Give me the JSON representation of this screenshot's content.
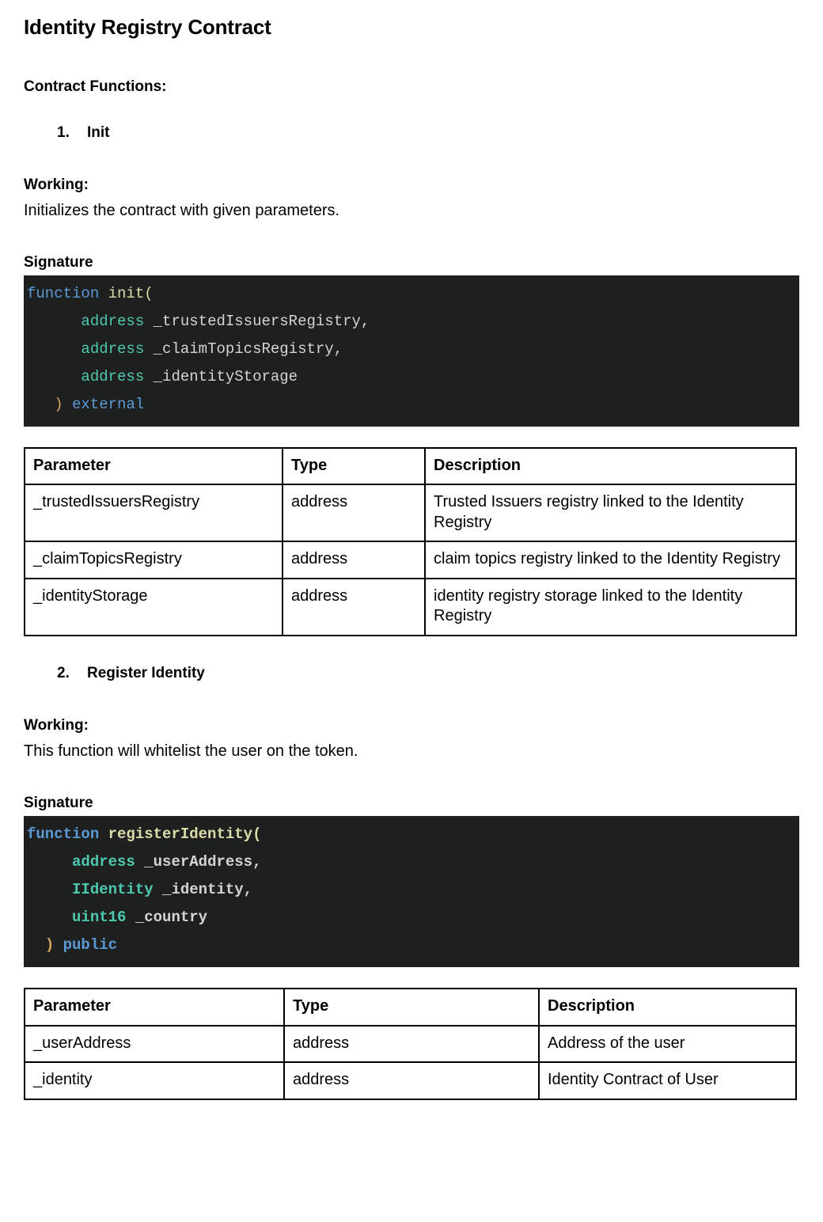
{
  "document": {
    "title": "Identity Registry Contract",
    "section_label": "Contract Functions:"
  },
  "labels": {
    "working": "Working:",
    "signature": "Signature"
  },
  "functions": [
    {
      "number": "1.",
      "name": "Init",
      "working": "Initializes the contract with given parameters.",
      "code": {
        "bold": false,
        "lines": [
          [
            {
              "t": "function",
              "c": "kw"
            },
            {
              "t": " ",
              "c": "punc"
            },
            {
              "t": "init",
              "c": "fn"
            },
            {
              "t": "(",
              "c": "fn"
            }
          ],
          [
            {
              "t": "      ",
              "c": "punc"
            },
            {
              "t": "address",
              "c": "type"
            },
            {
              "t": " ",
              "c": "punc"
            },
            {
              "t": "_trustedIssuersRegistry,",
              "c": "var"
            }
          ],
          [
            {
              "t": "      ",
              "c": "punc"
            },
            {
              "t": "address",
              "c": "type"
            },
            {
              "t": " ",
              "c": "punc"
            },
            {
              "t": "_claimTopicsRegistry,",
              "c": "var"
            }
          ],
          [
            {
              "t": "      ",
              "c": "punc"
            },
            {
              "t": "address",
              "c": "type"
            },
            {
              "t": " ",
              "c": "punc"
            },
            {
              "t": "_identityStorage",
              "c": "var"
            }
          ],
          [
            {
              "t": "   ",
              "c": "punc"
            },
            {
              "t": ")",
              "c": "paren"
            },
            {
              "t": " ",
              "c": "punc"
            },
            {
              "t": "external",
              "c": "kw"
            }
          ]
        ]
      },
      "table": {
        "headers": [
          "Parameter",
          "Type",
          "Description"
        ],
        "rows": [
          [
            "_trustedIssuersRegistry",
            "address",
            "Trusted Issuers registry linked to the Identity Registry"
          ],
          [
            "_claimTopicsRegistry",
            "address",
            "claim topics registry linked to the Identity Registry"
          ],
          [
            "_identityStorage",
            "address",
            "identity registry storage linked to the Identity Registry"
          ]
        ]
      }
    },
    {
      "number": "2.",
      "name": "Register Identity",
      "working": "This function will whitelist the user on the token.",
      "code": {
        "bold": true,
        "lines": [
          [
            {
              "t": "function",
              "c": "kw"
            },
            {
              "t": " ",
              "c": "punc"
            },
            {
              "t": "registerIdentity",
              "c": "fn"
            },
            {
              "t": "(",
              "c": "fn"
            }
          ],
          [
            {
              "t": "     ",
              "c": "punc"
            },
            {
              "t": "address",
              "c": "type"
            },
            {
              "t": " ",
              "c": "punc"
            },
            {
              "t": "_userAddress,",
              "c": "var"
            }
          ],
          [
            {
              "t": "     ",
              "c": "punc"
            },
            {
              "t": "IIdentity",
              "c": "type"
            },
            {
              "t": " ",
              "c": "punc"
            },
            {
              "t": "_identity,",
              "c": "var"
            }
          ],
          [
            {
              "t": "     ",
              "c": "punc"
            },
            {
              "t": "uint16",
              "c": "type"
            },
            {
              "t": " ",
              "c": "punc"
            },
            {
              "t": "_country",
              "c": "var"
            }
          ],
          [
            {
              "t": "  ",
              "c": "punc"
            },
            {
              "t": ")",
              "c": "paren"
            },
            {
              "t": " ",
              "c": "punc"
            },
            {
              "t": "public",
              "c": "kw"
            }
          ]
        ]
      },
      "table": {
        "headers": [
          "Parameter",
          "Type",
          "Description"
        ],
        "rows": [
          [
            "_userAddress",
            "address",
            "Address of the user"
          ],
          [
            "_identity",
            "address",
            "Identity Contract of User"
          ]
        ]
      }
    }
  ],
  "colors": {
    "code_background": "#1e1f1f",
    "keyword": "#5b9bd5",
    "function_name": "#dcdcaa",
    "type": "#4ec9b0",
    "variable": "#d4d4d4",
    "paren": "#d7a35c",
    "table_border": "#000000",
    "text": "#000000",
    "page_background": "#ffffff"
  }
}
